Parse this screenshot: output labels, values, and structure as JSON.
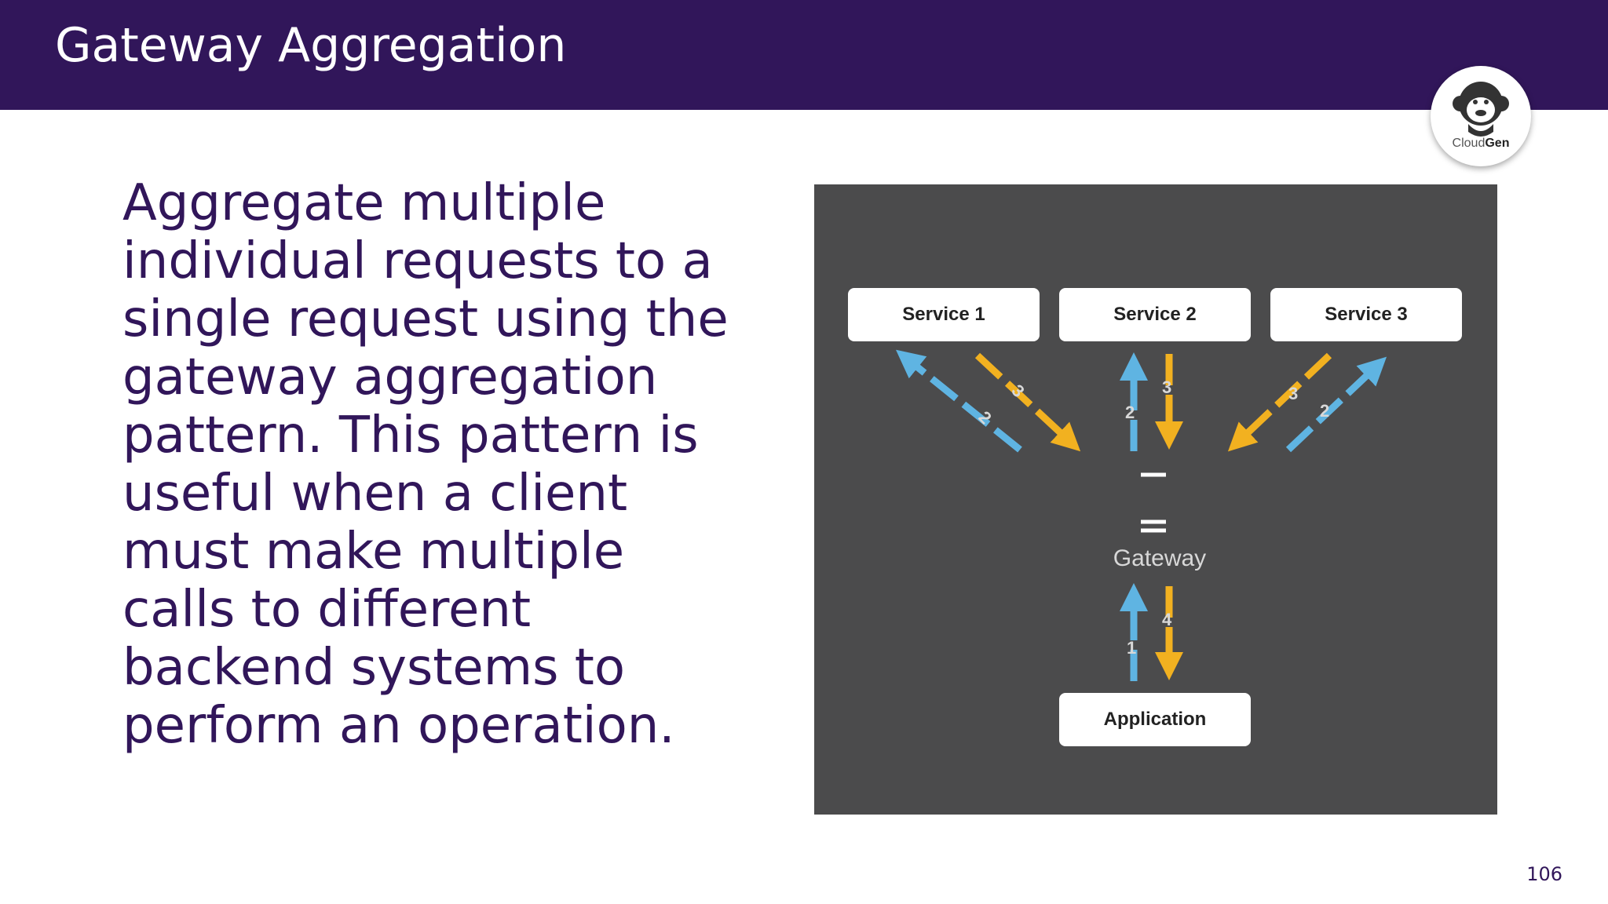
{
  "header": {
    "title": "Gateway Aggregation"
  },
  "logo": {
    "brand_part1": "Cloud",
    "brand_part2": "Gen",
    "icon": "monkey-icon"
  },
  "body": {
    "text": "Aggregate multiple individual requests to a single request using the gateway aggregation pattern. This pattern is useful when a client must make multiple calls to different backend systems to perform an operation."
  },
  "diagram": {
    "services": [
      "Service 1",
      "Service 2",
      "Service 3"
    ],
    "gateway_label": "Gateway",
    "application_label": "Application",
    "arrow_numbers": {
      "request_to_gateway": "1",
      "gateway_to_service": "2",
      "service_to_gateway": "3",
      "gateway_to_application": "4"
    },
    "colors": {
      "background": "#4b4b4c",
      "request_arrow": "#5fb4e2",
      "response_arrow": "#f2b120"
    }
  },
  "footer": {
    "page_number": "106"
  }
}
